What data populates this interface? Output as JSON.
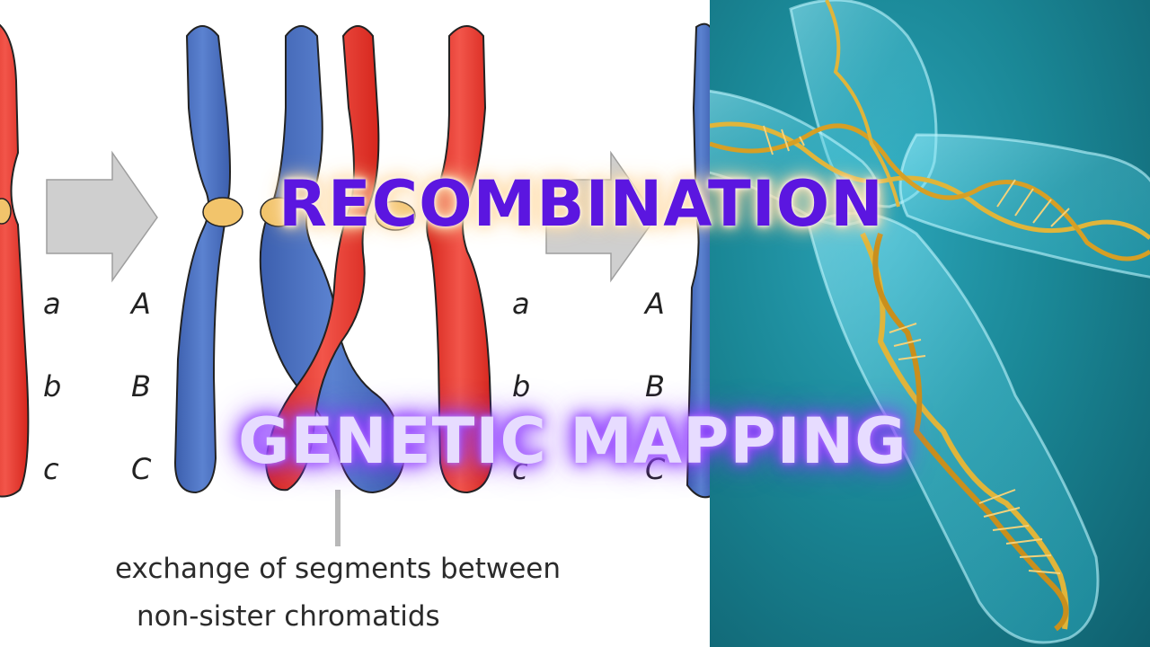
{
  "title": "RECOMBINATION",
  "subtitle": "GENETIC MAPPING",
  "caption": {
    "line1": "exchange of segments between",
    "line2": "non-sister chromatids"
  },
  "alleles": {
    "left_lower": [
      "a",
      "b",
      "c"
    ],
    "left_upper": [
      "A",
      "B",
      "C"
    ],
    "right_lower": [
      "a",
      "b",
      "c"
    ],
    "right_upper": [
      "A",
      "B",
      "C"
    ]
  },
  "colors": {
    "chromosome_blue": "#4a6fbf",
    "chromosome_red": "#e8362b",
    "centromere": "#f2c46b",
    "arrow_gray": "#cfcfcf",
    "title_purple": "#5b16e0",
    "subtitle_lavender": "#e7dcff",
    "photo_teal": "#1a8796",
    "dna_gold": "#e0b53a"
  }
}
